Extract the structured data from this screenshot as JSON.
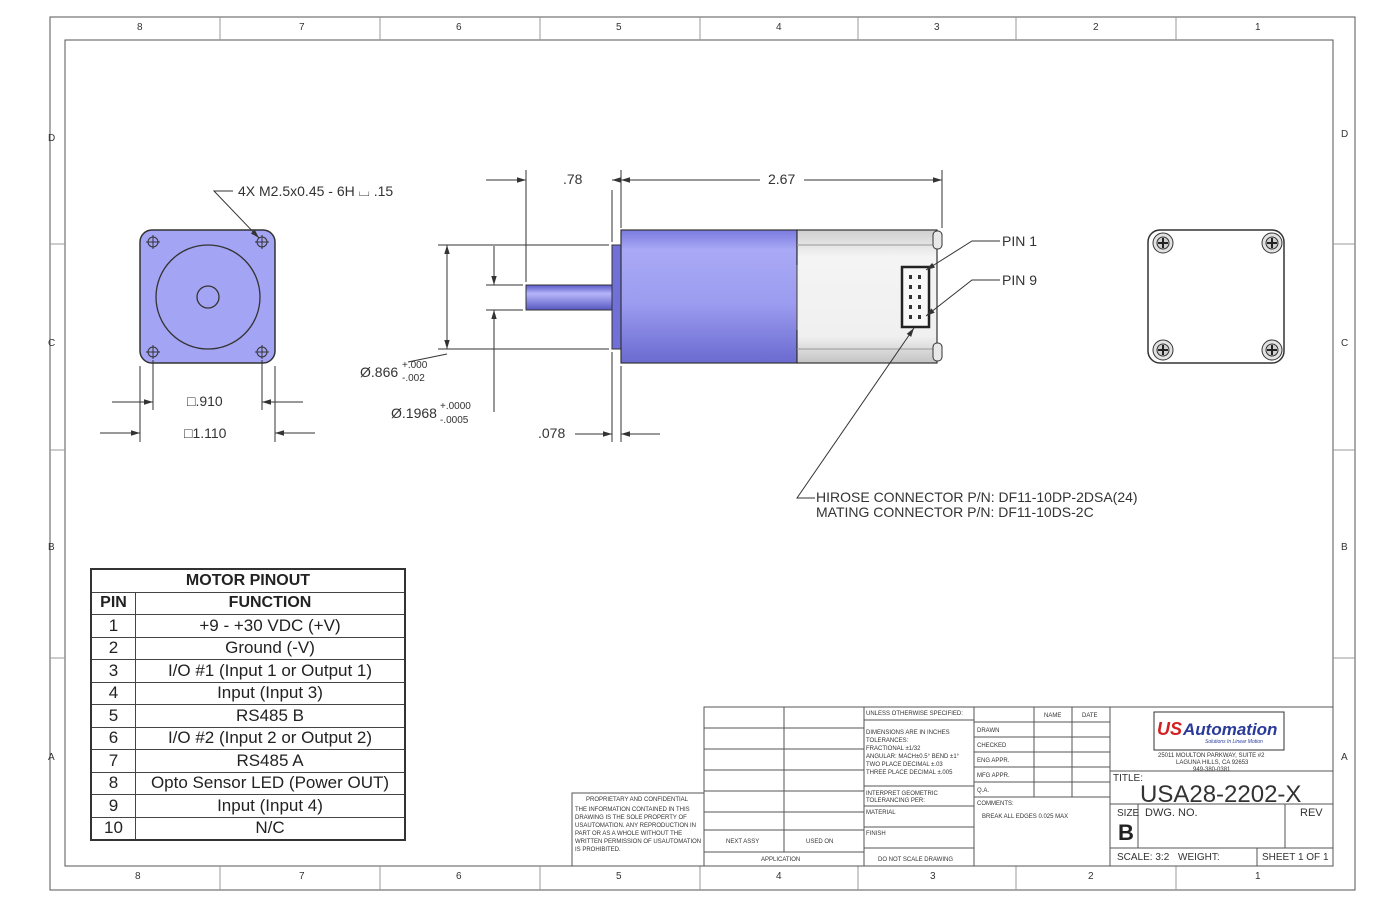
{
  "frame": {
    "columns": [
      "8",
      "7",
      "6",
      "5",
      "4",
      "3",
      "2",
      "1"
    ],
    "rows": [
      "D",
      "C",
      "B",
      "A"
    ]
  },
  "front_view": {
    "hole_callout": "4X M2.5x0.45 - 6H ⌴ .15",
    "dim_inner": "□.910",
    "dim_outer": "□1.110"
  },
  "side_view": {
    "dim_shaft_len": ".78",
    "dim_body_len": "2.67",
    "dim_pilot_dia": "Ø.866",
    "dim_pilot_tol_plus": "+.000",
    "dim_pilot_tol_minus": "-.002",
    "dim_shaft_dia": "Ø.1968",
    "dim_shaft_tol_plus": "+.0000",
    "dim_shaft_tol_minus": "-.0005",
    "dim_pilot_len": ".078",
    "pin1_label": "PIN 1",
    "pin9_label": "PIN 9",
    "connector_label_1": "HIROSE CONNECTOR P/N: DF11-10DP-2DSA(24)",
    "connector_label_2": "MATING CONNECTOR P/N: DF11-10DS-2C"
  },
  "pinout": {
    "title": "MOTOR PINOUT",
    "col_pin": "PIN",
    "col_function": "FUNCTION",
    "rows": [
      {
        "pin": "1",
        "function": "+9 - +30 VDC (+V)"
      },
      {
        "pin": "2",
        "function": "Ground (-V)"
      },
      {
        "pin": "3",
        "function": "I/O #1 (Input 1 or Output 1)"
      },
      {
        "pin": "4",
        "function": "Input (Input 3)"
      },
      {
        "pin": "5",
        "function": "RS485 B"
      },
      {
        "pin": "6",
        "function": "I/O #2 (Input 2 or Output 2)"
      },
      {
        "pin": "7",
        "function": "RS485 A"
      },
      {
        "pin": "8",
        "function": "Opto Sensor LED (Power OUT)"
      },
      {
        "pin": "9",
        "function": "Input (Input 4)"
      },
      {
        "pin": "10",
        "function": "N/C"
      }
    ]
  },
  "title_block": {
    "proprietary_heading": "PROPRIETARY AND CONFIDENTIAL",
    "proprietary_lines": [
      "THE INFORMATION CONTAINED IN THIS",
      "DRAWING IS THE SOLE PROPERTY OF",
      "USAUTOMATION. ANY REPRODUCTION IN",
      "PART OR AS A WHOLE WITHOUT THE",
      "WRITTEN PERMISSION OF USAUTOMATION",
      "IS PROHIBITED."
    ],
    "next_assy": "NEXT ASSY",
    "used_on": "USED ON",
    "application": "APPLICATION",
    "unless_specified": "UNLESS OTHERWISE SPECIFIED:",
    "tol_lines": [
      "DIMENSIONS ARE IN INCHES",
      "TOLERANCES:",
      "FRACTIONAL ±1/32",
      "ANGULAR: MACH±0.5° BEND ±1°",
      "TWO PLACE DECIMAL  ±.03",
      "THREE PLACE DECIMAL  ±.005"
    ],
    "interpret": "INTERPRET GEOMETRIC",
    "tolerancing": "TOLERANCING PER:",
    "material": "MATERIAL",
    "finish": "FINISH",
    "do_not_scale": "DO NOT SCALE DRAWING",
    "name_col": "NAME",
    "date_col": "DATE",
    "sign_rows": [
      "DRAWN",
      "CHECKED",
      "ENG APPR.",
      "MFG APPR.",
      "Q.A."
    ],
    "comments": "COMMENTS:",
    "comment_text": "BREAK ALL EDGES 0.025 MAX",
    "logo_us": "US",
    "logo_automation": "Automation",
    "logo_tagline": "Solutions In Linear Motion",
    "address_1": "25011 MOULTON PARKWAY, SUITE #2",
    "address_2": "LAGUNA HILLS, CA 92653",
    "address_3": "949-380-0381",
    "title_label": "TITLE:",
    "title_value": "USA28-2202-X",
    "size_label": "SIZE",
    "size_value": "B",
    "dwg_label": "DWG.  NO.",
    "rev_label": "REV",
    "scale_label": "SCALE: 3:2",
    "weight_label": "WEIGHT:",
    "sheet_label": "SHEET 1 OF 1"
  },
  "colors": {
    "motor_body": "#9999f2",
    "motor_dark": "#6f6fd6",
    "rear_cap": "#e4e4e4",
    "line": "#333333",
    "logo_red": "#d22020",
    "logo_blue": "#2a3a9a"
  }
}
